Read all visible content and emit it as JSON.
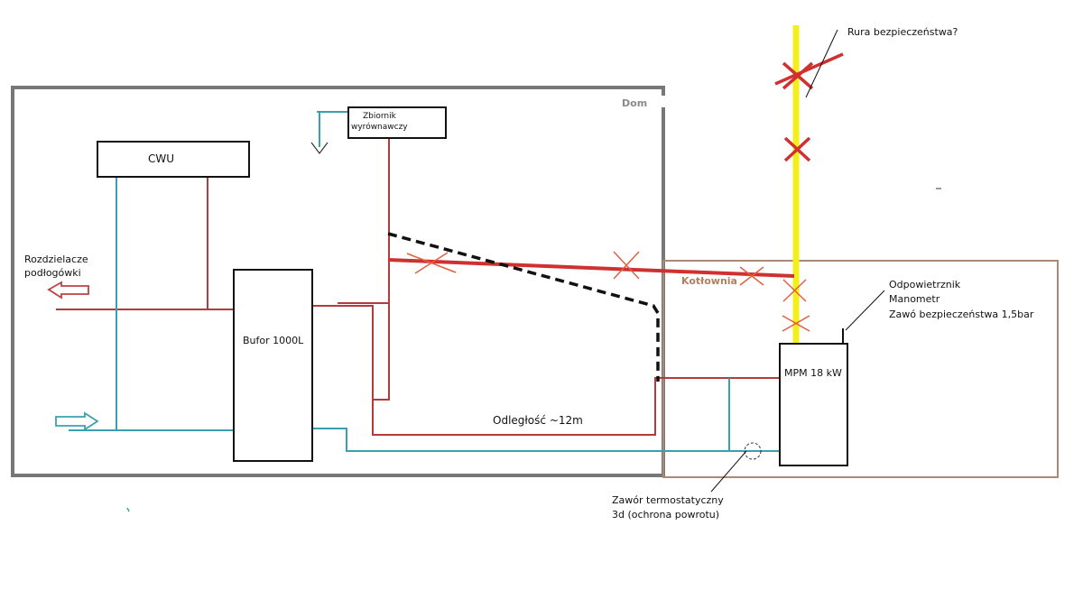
{
  "labels": {
    "house": "Dom",
    "boiler_room": "Kotłownia",
    "hot_water": "CWU",
    "buffer": "Bufor 1000L",
    "expansion_tank_line1": "Zbiornik",
    "expansion_tank_line2": "wyrównawczy",
    "boiler": "MPM 18 kW",
    "distance": "Odległość ~12m",
    "floor_manifolds_line1": "Rozdzielacze",
    "floor_manifolds_line2": "podłogówki",
    "safety_pipe": "Rura bezpieczeństwa?",
    "boiler_fittings_line1": "Odpowietrznik",
    "boiler_fittings_line2": "Manometr",
    "boiler_fittings_line3": "Zawó bezpieczeństwa 1,5bar",
    "thermo_valve_line1": "Zawór termostatyczny",
    "thermo_valve_line2": "3d (ochrona powrotu)"
  },
  "colors": {
    "supply_pipe": "#b33b3b",
    "return_pipe": "#3aa0b0",
    "safety_pipe": "#f4ef1a",
    "cross_mark": "#d03030",
    "house_wall": "#777777",
    "boiler_room_wall": "#a88a76",
    "house_label": "#8a8a8a",
    "boiler_room_label": "#b08060",
    "box_stroke": "#111111"
  }
}
